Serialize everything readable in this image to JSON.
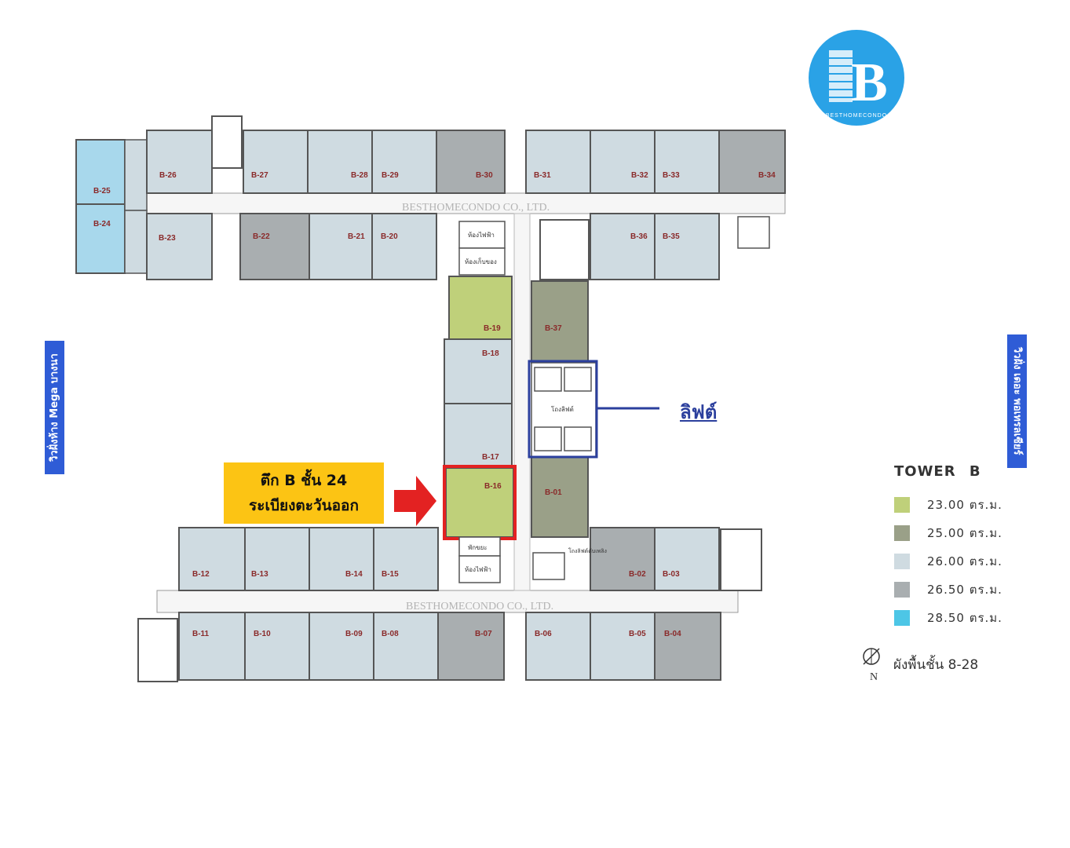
{
  "logo": {
    "initial": "B",
    "text": "BESTHOMECONDO"
  },
  "watermark": "BESTHOMECONDO CO., LTD.",
  "side_labels": {
    "left": "วิวฝั่งห้าง Mega บางนา",
    "right": "วิวฝั่ง เดอะ พอเทรลเซียร์"
  },
  "callout": {
    "line1": "ตึก B ชั้น 24",
    "line2": "ระเบียงตะวันออก",
    "color": "#fcc414"
  },
  "lift_label": "ลิฟต์",
  "rooms_top": [
    "B-27",
    "B-28",
    "B-29",
    "B-30",
    "B-31",
    "B-32",
    "B-33",
    "B-34"
  ],
  "rooms_top_lower": [
    "B-23",
    "B-22",
    "B-21",
    "B-20",
    "B-36",
    "B-35"
  ],
  "rooms_left_wing": [
    "B-26",
    "B-25",
    "B-24"
  ],
  "rooms_spine_left": [
    "B-19",
    "B-18",
    "B-17",
    "B-16"
  ],
  "rooms_spine_right": [
    "B-37",
    "B-01"
  ],
  "rooms_bottom_upper": [
    "B-12",
    "B-13",
    "B-14",
    "B-15",
    "B-02",
    "B-03"
  ],
  "rooms_bottom_lower": [
    "B-11",
    "B-10",
    "B-09",
    "B-08",
    "B-07",
    "B-06",
    "B-05",
    "B-04"
  ],
  "service_labels": {
    "electric": "ห้องไฟฟ้า",
    "storage": "ห้องเก็บของ",
    "lift_hall": "โถงลิฟต์",
    "trash": "พักขยะ",
    "fire_lift": "โถงลิฟต์ดับเพลิง"
  },
  "legend": {
    "title": "TOWER B",
    "items": [
      {
        "label": "23.00 ตร.ม.",
        "color": "#bfd07a"
      },
      {
        "label": "25.00 ตร.ม.",
        "color": "#9aa088"
      },
      {
        "label": "26.00 ตร.ม.",
        "color": "#cfdbe1"
      },
      {
        "label": "26.50 ตร.ม.",
        "color": "#a9aeb0"
      },
      {
        "label": "28.50 ตร.ม.",
        "color": "#4dc6e6"
      }
    ]
  },
  "floor_note": "ผังพื้นชั้น 8-28",
  "compass_letter": "N",
  "colors": {
    "room_light": "#cfdbe1",
    "room_dark": "#a9aeb0",
    "room_green": "#bfd07a",
    "room_olive": "#9aa088",
    "room_blue": "#a8d8ec",
    "highlight": "#e32222",
    "lift_frame": "#2b3f9d"
  }
}
